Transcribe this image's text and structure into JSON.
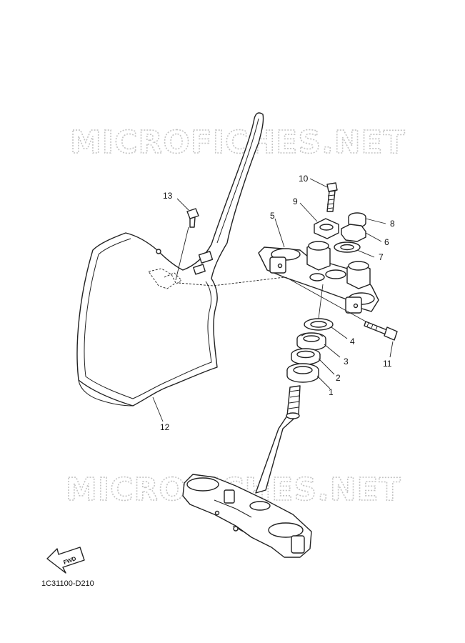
{
  "watermark": "MICROFICHES.NET",
  "diagram_code": "1C31100-D210",
  "fwd_label": "FWD",
  "callouts": [
    "1",
    "2",
    "3",
    "4",
    "5",
    "6",
    "7",
    "8",
    "9",
    "10",
    "11",
    "12",
    "13"
  ]
}
